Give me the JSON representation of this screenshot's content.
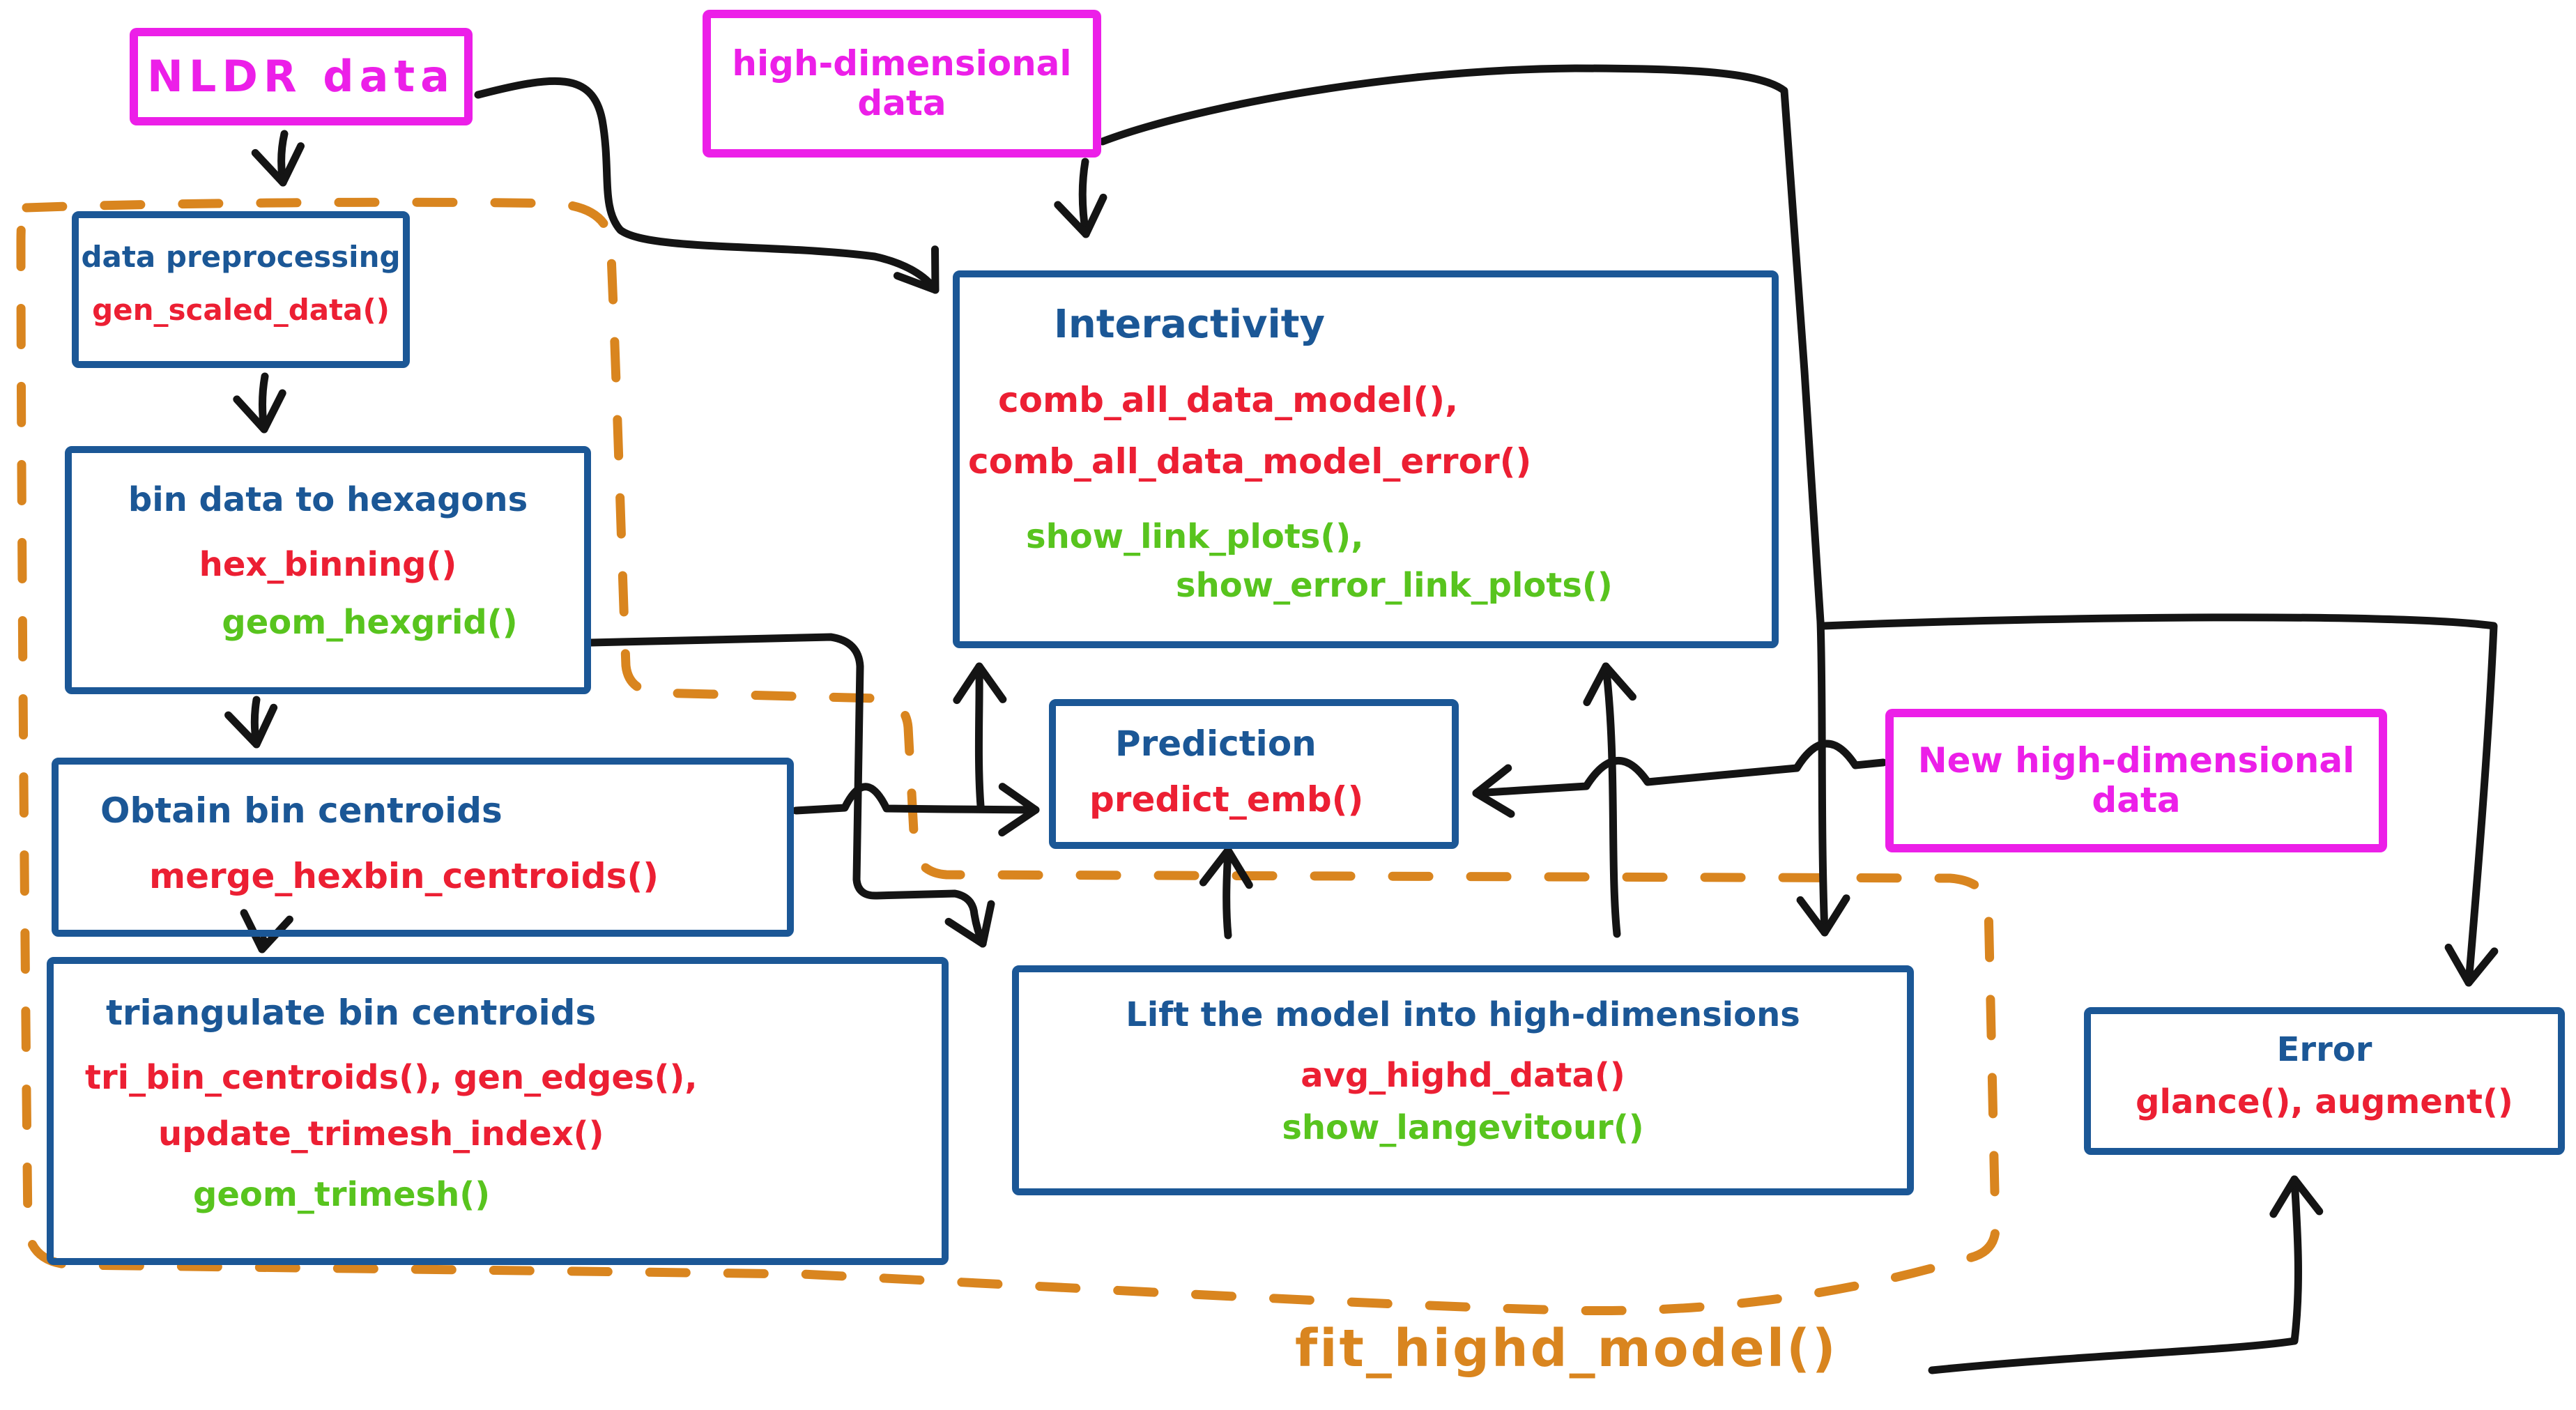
{
  "colors": {
    "ink": "#141414",
    "blue": "#1B5796",
    "red": "#EC1F33",
    "green": "#58C41E",
    "magenta": "#EC1FE8",
    "orange": "#D9851F",
    "bg": "#FFFFFF"
  },
  "nodes": {
    "nldr": {
      "label": "NLDR data"
    },
    "highd": {
      "line1": "high-dimensional",
      "line2": "data"
    },
    "preprocessing": {
      "title": "data preprocessing",
      "fn_red": "gen_scaled_data()"
    },
    "hexbin": {
      "title": "bin data to hexagons",
      "fn_red": "hex_binning()",
      "fn_green": "geom_hexgrid()"
    },
    "centroids": {
      "title": "Obtain bin centroids",
      "fn_red": "merge_hexbin_centroids()"
    },
    "triangulate": {
      "title": "triangulate bin centroids",
      "fn_red1": "tri_bin_centroids(), gen_edges(),",
      "fn_red2": "update_trimesh_index()",
      "fn_green": "geom_trimesh()"
    },
    "interactivity": {
      "title": "Interactivity",
      "fn_red1": "comb_all_data_model(),",
      "fn_red2": "comb_all_data_model_error()",
      "fn_green1": "show_link_plots(),",
      "fn_green2": "show_error_link_plots()"
    },
    "prediction": {
      "title": "Prediction",
      "fn_red": "predict_emb()"
    },
    "newhighd": {
      "line1": "New high-dimensional",
      "line2": "data"
    },
    "lift": {
      "title": "Lift the model into high-dimensions",
      "fn_red": "avg_highd_data()",
      "fn_green": "show_langevitour()"
    },
    "error": {
      "title": "Error",
      "fn_red": "glance(), augment()"
    }
  },
  "annotations": {
    "fit_label": "fit_highd_model()"
  }
}
